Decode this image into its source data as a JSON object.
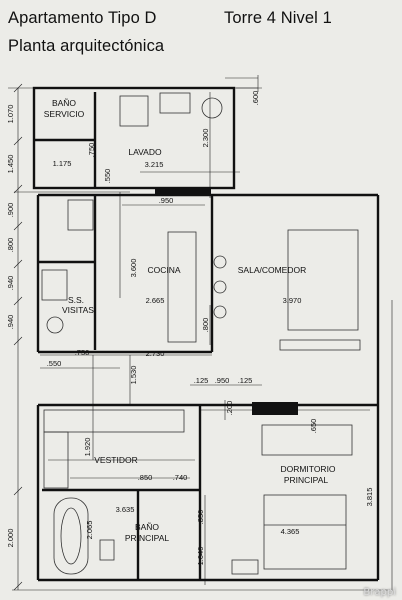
{
  "title": {
    "line1": "Apartamento Tipo D",
    "line2": "Planta arquitectónica",
    "tower": "Torre 4 Nivel 1"
  },
  "rooms": {
    "bano_servicio_1": "BAÑO",
    "bano_servicio_2": "SERVICIO",
    "lavado": "LAVADO",
    "cocina": "COCINA",
    "sala_comedor": "SALA/COMEDOR",
    "ss": "S.S.",
    "visitas": "VISITAS",
    "vestidor": "VESTIDOR",
    "dormitorio_1": "DORMITORIO",
    "dormitorio_2": "PRINCIPAL",
    "bano_principal_1": "BAÑO",
    "bano_principal_2": "PRINCIPAL"
  },
  "dimensions": {
    "d1070": "1.070",
    "d1450": "1.450",
    "d1175": "1.175",
    "d750a": ".750",
    "d3215": "3.215",
    "d2300": "2.300",
    "d600": ".600",
    "d550a": ".550",
    "d950a": ".950",
    "d900": ".900",
    "d800a": ".800",
    "d940a": ".940",
    "d940b": ".940",
    "d3600": "3.600",
    "d2665": "2.665",
    "d3970": "3.970",
    "d800b": ".800",
    "d750b": ".750",
    "d2730": "2.730",
    "d550b": ".550",
    "d1530": "1.530",
    "d125a": ".125",
    "d950b": ".950",
    "d125b": ".125",
    "d200": ".200",
    "d650": ".650",
    "d1920": "1.920",
    "d850a": ".850",
    "d740": ".740",
    "d3635": "3.635",
    "d2065": "2.065",
    "d850b": ".850",
    "d2000": "2.000",
    "d1040": "1.040",
    "d4365": "4.365",
    "d3815": "3.815"
  },
  "watermark": "Brappi"
}
